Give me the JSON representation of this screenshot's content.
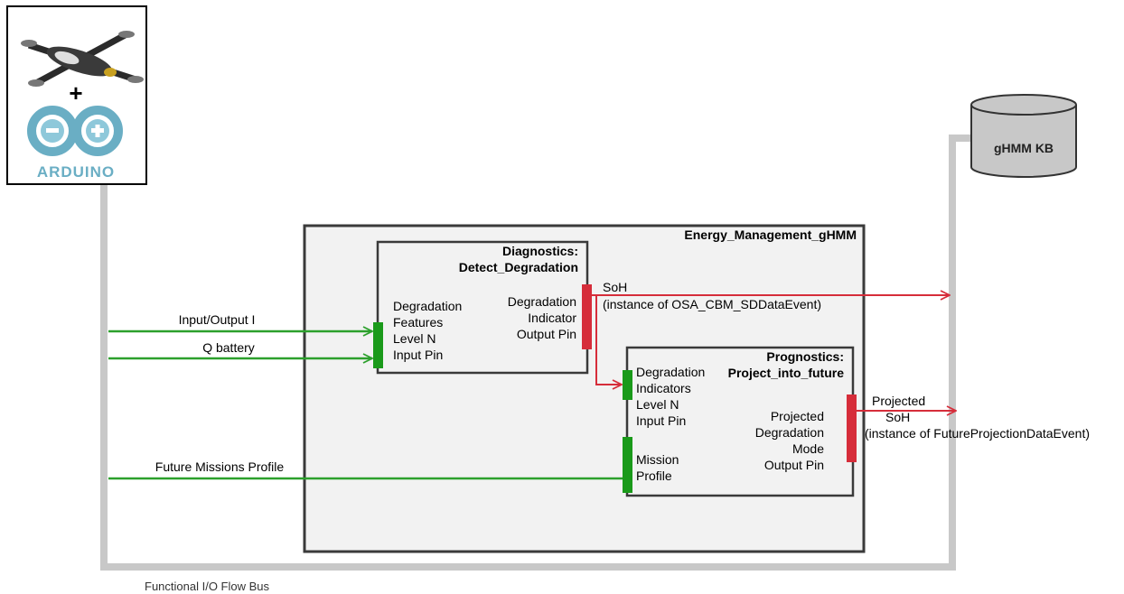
{
  "logo": {
    "plus": "+",
    "brand": "ARDUINO"
  },
  "knowledge_base": {
    "label": "gHMM KB"
  },
  "system_box": {
    "title": "Energy_Management_gHMM"
  },
  "diagnostics": {
    "title_line1": "Diagnostics:",
    "title_line2": "Detect_Degradation",
    "input_pin": [
      "Degradation",
      "Features",
      "Level N",
      "Input Pin"
    ],
    "output_pin": [
      "Degradation",
      "Indicator",
      "Output Pin"
    ]
  },
  "prognostics": {
    "title_line1": "Prognostics:",
    "title_line2": "Project_into_future",
    "input_pin": [
      "Degradation",
      "Indicators",
      "Level N",
      "Input Pin"
    ],
    "mission_pin": [
      "Mission",
      "Profile"
    ],
    "output_pin": [
      "Projected",
      "Degradation",
      "Mode",
      "Output Pin"
    ]
  },
  "inputs": {
    "input_output": "Input/Output I",
    "q_battery": "Q battery",
    "future_missions": "Future Missions Profile"
  },
  "outputs": {
    "soh_line1": "SoH",
    "soh_line2": "(instance of OSA_CBM_SDDataEvent)",
    "projected_line1": "Projected",
    "projected_line2": "SoH",
    "projected_line3": "(instance of FutureProjectionDataEvent)"
  },
  "bus": {
    "label": "Functional I/O Flow Bus"
  },
  "colors": {
    "bus": "#c8c8c8",
    "input_flow": "#2ca02c",
    "output_flow": "#d62d3a",
    "pin_green": "#1a9a1a",
    "pin_red": "#d62d3a",
    "box_fill": "#f2f2f2",
    "box_border": "#3a3a3a"
  }
}
